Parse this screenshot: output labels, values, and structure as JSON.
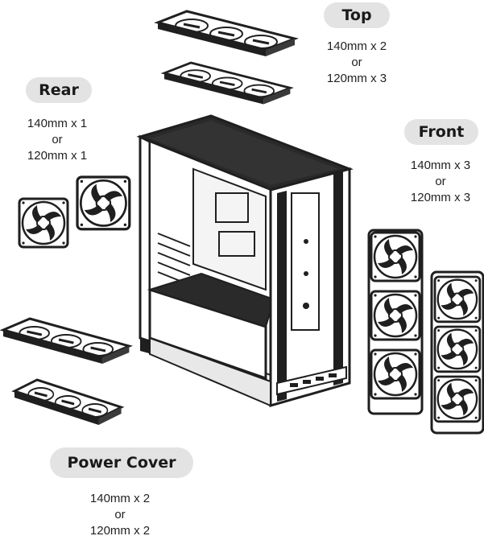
{
  "zones": {
    "top": {
      "label": "Top",
      "lines": [
        "140mm x 2",
        "or",
        "120mm x 3"
      ]
    },
    "rear": {
      "label": "Rear",
      "lines": [
        "140mm x 1",
        "or",
        "120mm x 1"
      ]
    },
    "front": {
      "label": "Front",
      "lines": [
        "140mm x 3",
        "or",
        "120mm x 3"
      ]
    },
    "power_cover": {
      "label": "Power Cover",
      "lines": [
        "140mm x 2",
        "or",
        "120mm x 2"
      ]
    }
  },
  "colors": {
    "line": "#1f1f1f",
    "panel": "#2a2a2a",
    "pill_bg": "#e3e3e3"
  },
  "icons": [
    "fan-icon",
    "pc-case-illustration"
  ]
}
